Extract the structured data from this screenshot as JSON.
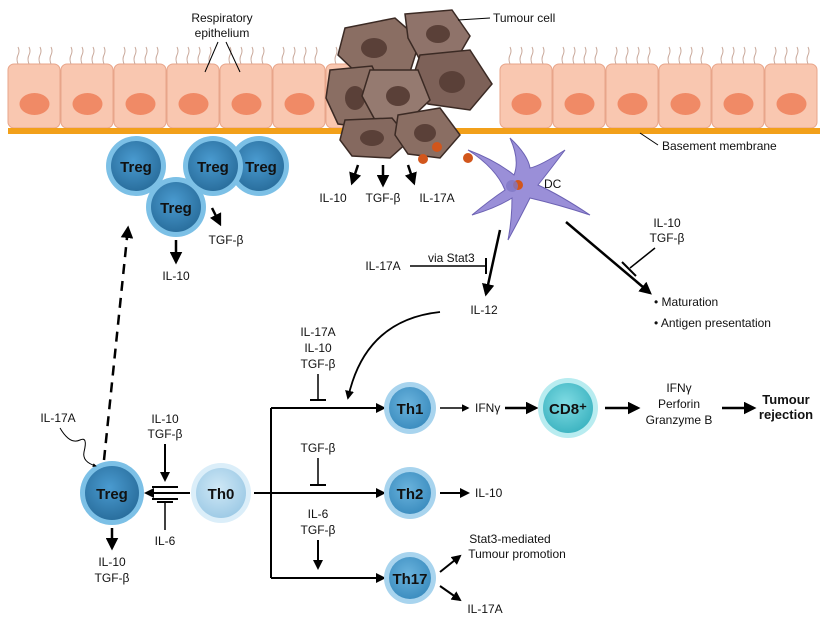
{
  "labels": {
    "respiratory_epithelium_1": "Respiratory",
    "respiratory_epithelium_2": "epithelium",
    "tumour_cell": "Tumour cell",
    "basement_membrane": "Basement membrane",
    "dc": "DC",
    "treg": "Treg",
    "th0": "Th0",
    "th1": "Th1",
    "th2": "Th2",
    "th17": "Th17",
    "cd8": "CD8⁺",
    "il10": "IL-10",
    "tgfb": "TGF-β",
    "il17a": "IL-17A",
    "il6": "IL-6",
    "il12": "IL-12",
    "via_stat3": "via  Stat3",
    "ifng": "IFNγ",
    "perforin": "Perforin",
    "granzyme": "Granzyme B",
    "tumour_rejection_1": "Tumour",
    "tumour_rejection_2": "rejection",
    "maturation": "• Maturation",
    "antigen_presentation": "• Antigen presentation",
    "stat3_mediated": "Stat3-mediated",
    "tumour_promotion": "Tumour promotion"
  },
  "colors": {
    "epithelium_fill": "#f9c7b0",
    "epithelium_nucleus": "#f08a66",
    "basement_membrane": "#f2a01a",
    "tumour_fill": "#8a6e63",
    "tumour_nucleus": "#5a4038",
    "treg_fill": "#3f8fc0",
    "treg_rim": "#7cc0e6",
    "th0_fill": "#bfe0f2",
    "cd8_fill": "#50c7d2",
    "dc_fill": "#9a8fd8",
    "cytokine_dot": "#d2561c"
  }
}
